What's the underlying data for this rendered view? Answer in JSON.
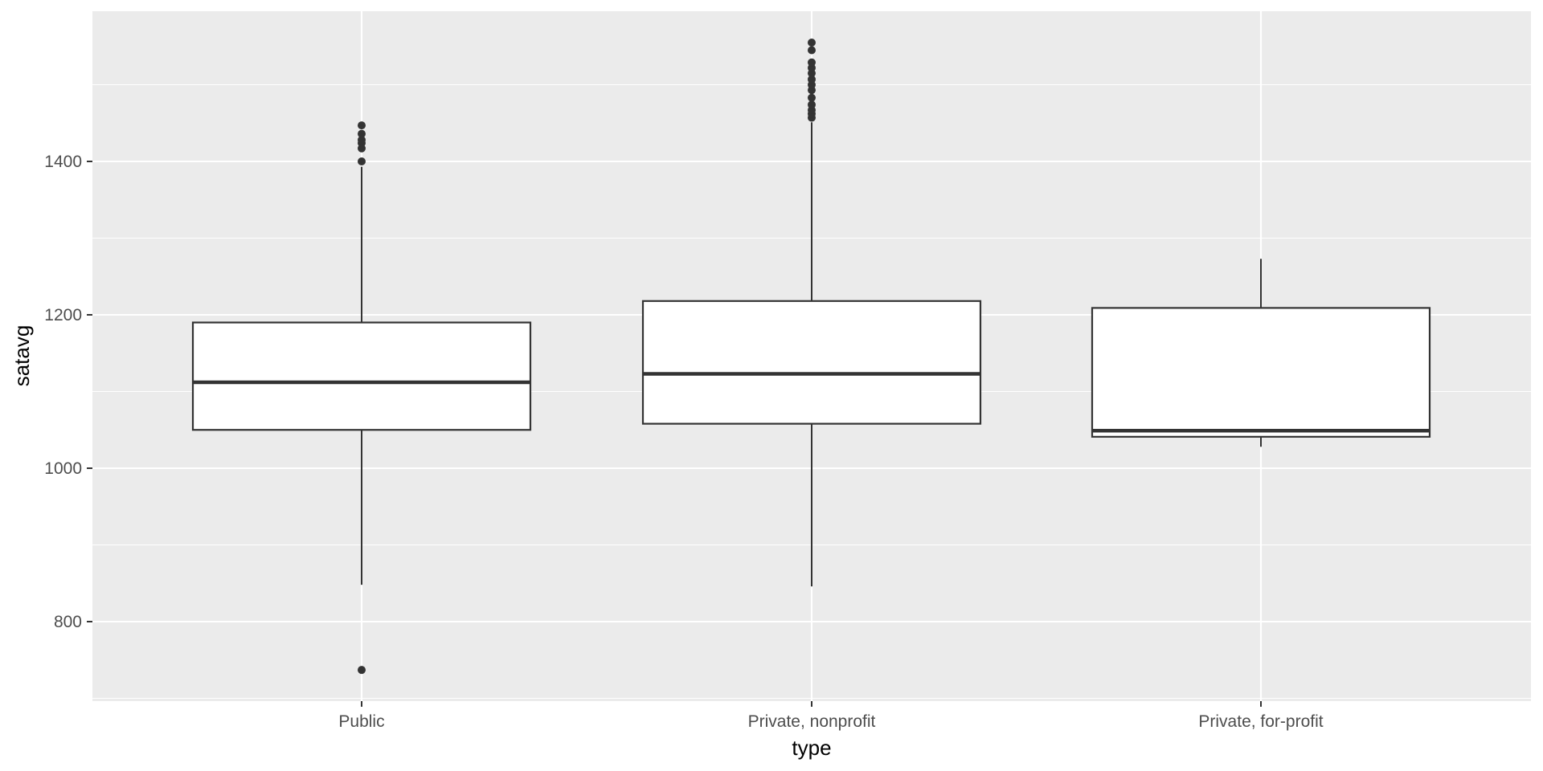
{
  "chart_data": {
    "type": "boxplot",
    "title": "",
    "xlabel": "type",
    "ylabel": "satavg",
    "categories": [
      "Public",
      "Private, nonprofit",
      "Private, for-profit"
    ],
    "ylim": [
      700,
      1580
    ],
    "yticks": [
      800,
      1000,
      1200,
      1400
    ],
    "ytick_labels": [
      "800",
      "1000",
      "1200",
      "1400"
    ],
    "y_minor_gridlines": [
      700,
      900,
      1100,
      1300,
      1500
    ],
    "grid": true,
    "legend": null,
    "boxes": [
      {
        "category": "Public",
        "whisker_low": 848,
        "q1": 1050,
        "median": 1112,
        "q3": 1190,
        "whisker_high": 1393,
        "outliers": [
          737,
          1400,
          1417,
          1424,
          1428,
          1436,
          1447
        ]
      },
      {
        "category": "Private, nonprofit",
        "whisker_low": 846,
        "q1": 1058,
        "median": 1123,
        "q3": 1218,
        "whisker_high": 1451,
        "outliers": [
          1457,
          1462,
          1467,
          1474,
          1483,
          1493,
          1500,
          1507,
          1515,
          1522,
          1529,
          1545,
          1555
        ]
      },
      {
        "category": "Private, for-profit",
        "whisker_low": 1028,
        "q1": 1041,
        "median": 1049,
        "q3": 1209,
        "whisker_high": 1273,
        "outliers": []
      }
    ]
  },
  "colors": {
    "panel_background": "#EBEBEB",
    "gridline": "#FFFFFF",
    "box_fill": "#FFFFFF",
    "box_stroke": "#333333",
    "outlier": "#333333",
    "tick_label": "#4D4D4D",
    "axis_title": "#000000"
  }
}
